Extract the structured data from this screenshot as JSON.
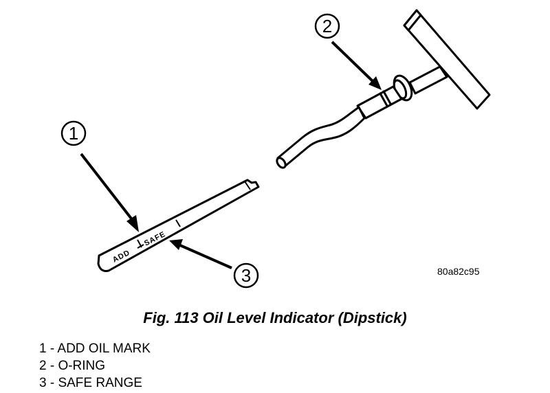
{
  "figure": {
    "callouts": [
      "1",
      "2",
      "3"
    ],
    "dipstick_marks": {
      "add": "ADD",
      "safe": "SAFE"
    },
    "drawing_code": "80a82c95"
  },
  "caption": "Fig. 113 Oil Level Indicator (Dipstick)",
  "legend": [
    "1 - ADD OIL MARK",
    "2 - O-RING",
    "3 - SAFE RANGE"
  ]
}
